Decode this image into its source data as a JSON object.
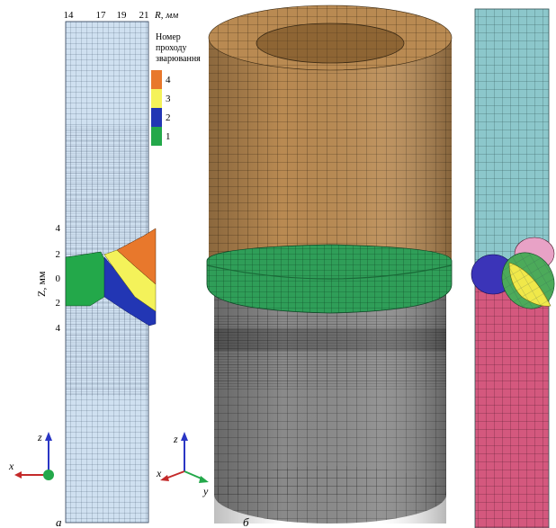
{
  "panel_a": {
    "r_ticks": [
      "14",
      "17",
      "19",
      "21"
    ],
    "r_unit": "R, мм",
    "z_ticks": [
      "4",
      "2",
      "0",
      "2",
      "4"
    ],
    "z_label": "Z, мм",
    "caption": "а",
    "legend": {
      "title_lines": [
        "Номер",
        "проходу",
        "зварювання"
      ],
      "items": [
        {
          "label": "4",
          "color": "#e8782c"
        },
        {
          "label": "3",
          "color": "#f4f25a"
        },
        {
          "label": "2",
          "color": "#2236b4"
        },
        {
          "label": "1",
          "color": "#23a84a"
        }
      ]
    },
    "axes": {
      "z": "z",
      "x": "x"
    }
  },
  "panel_b": {
    "caption": "б",
    "axes": {
      "z": "z",
      "x": "x",
      "y": "y"
    },
    "colors": {
      "upper": "#b98a52",
      "weld": "#2f9e58",
      "lower": "#8a8a8a"
    }
  },
  "panel_c": {
    "colors": {
      "upper": "#8cc7cb",
      "lower": "#d4587e"
    }
  }
}
